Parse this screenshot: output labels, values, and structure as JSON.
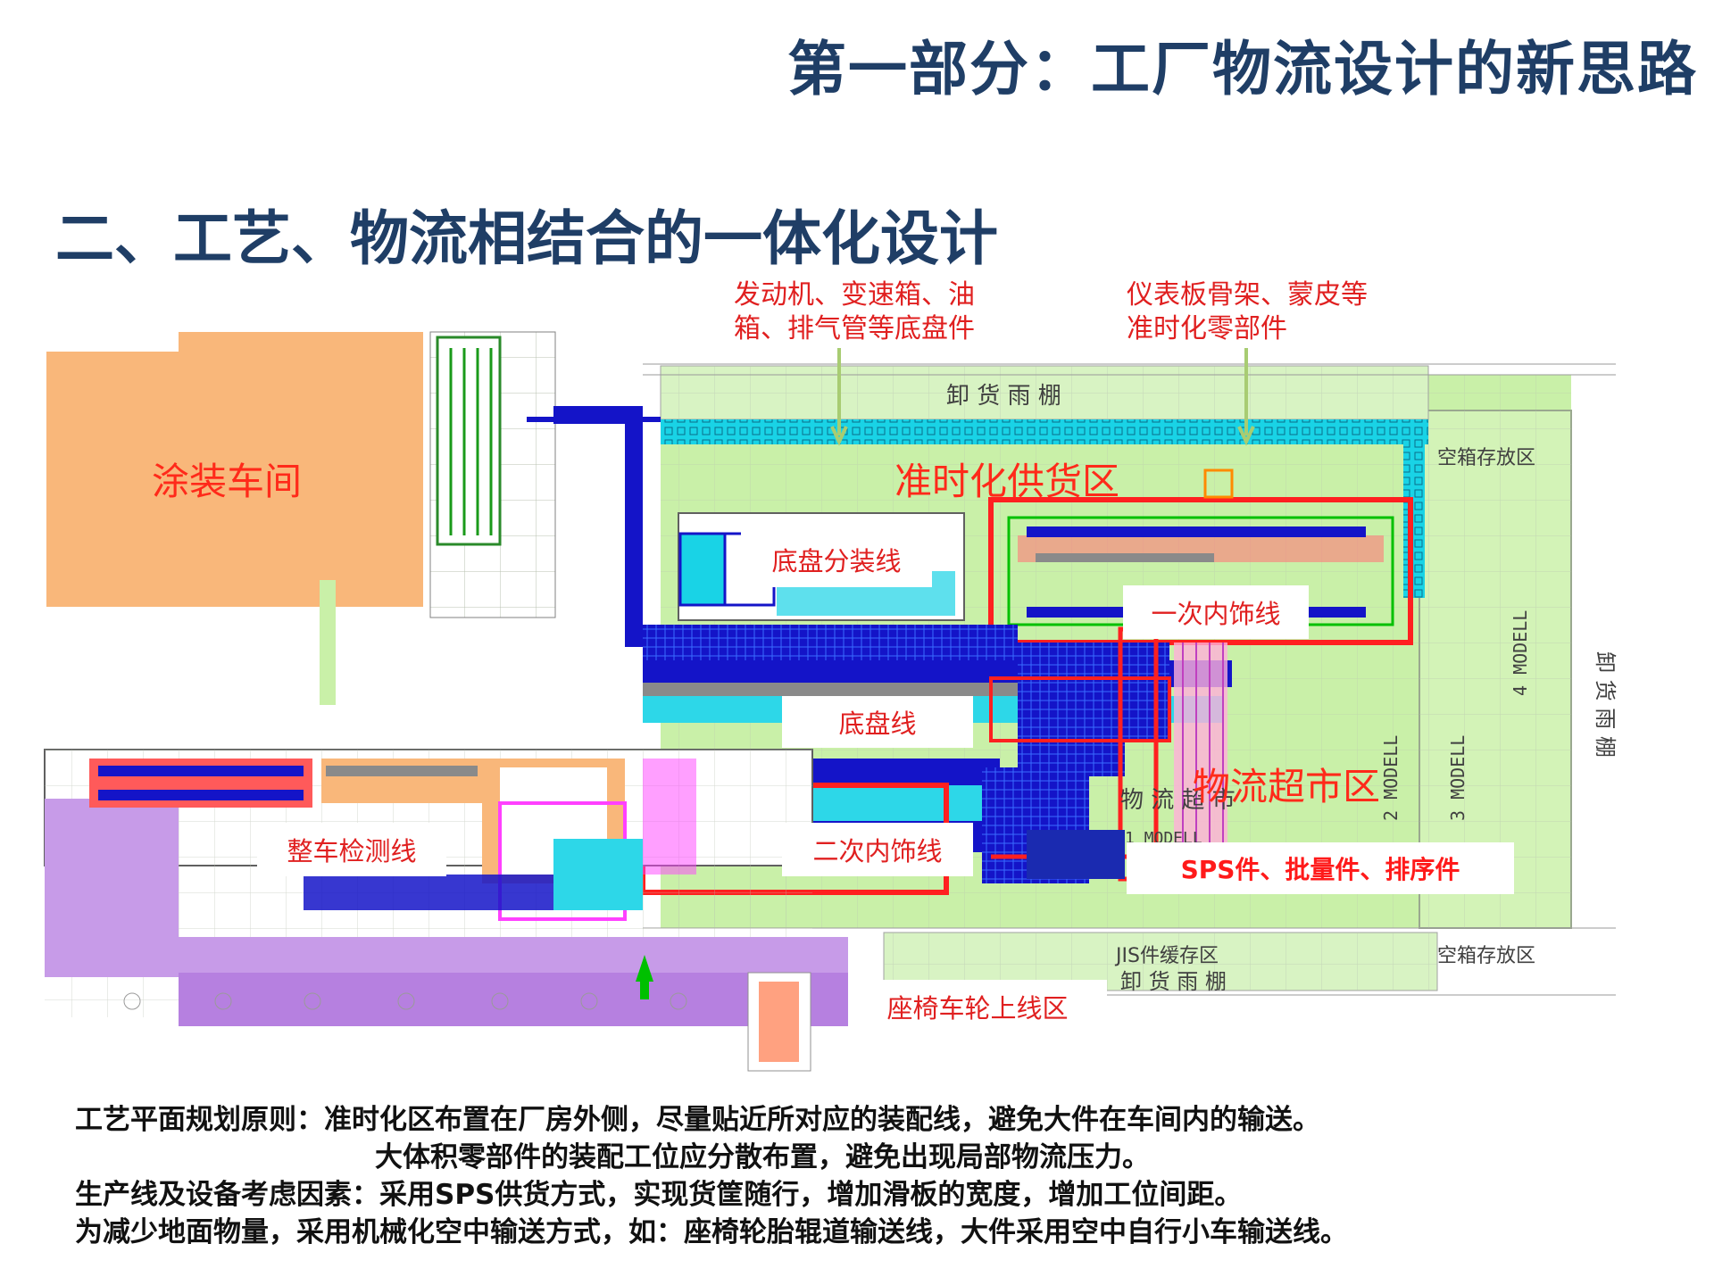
{
  "header": {
    "part_title": "第一部分：工厂物流设计的新思路",
    "section_title": "二、工艺、物流相结合的一体化设计"
  },
  "annotations": {
    "engine_parts": [
      "发动机、变速箱、油",
      "箱、排气管等底盘件"
    ],
    "dashboard_parts": [
      "仪表板骨架、蒙皮等",
      "准时化零部件"
    ]
  },
  "zones": {
    "paint_shop": "涂装车间",
    "jit_supply": "准时化供货区",
    "logistics_supermarket": "物流超市区"
  },
  "line_labels": {
    "chassis_subassembly": "底盘分装线",
    "trim_line_1": "一次内饰线",
    "chassis_line": "底盘线",
    "vehicle_test_line": "整车检测线",
    "trim_line_2": "二次内饰线",
    "sps_parts": "SPS件、批量件、排序件",
    "seat_wheel_area": "座椅车轮上线区"
  },
  "drawing_text": {
    "unload_canopy_top": "卸 货 雨 棚",
    "unload_canopy_bottom": "卸 货 雨 棚",
    "unload_canopy_right": "卸 货 雨 棚",
    "jis_buffer": "JIS件缓存区",
    "empty_box_top": "空箱存放区",
    "empty_box_bottom": "空箱存放区",
    "modell_4": "4 MODELL",
    "modell_3": "3 MODELL",
    "modell_2": "2 MODELL",
    "modell_1": "1 MODELL",
    "logistics_mark": "物 流 超 市"
  },
  "notes": [
    "工艺平面规划原则：准时化区布置在厂房外侧，尽量贴近所对应的装配线，避免大件在车间内的输送。",
    "大体积零部件的装配工位应分散布置，避免出现局部物流压力。",
    "生产线及设备考虑因素：采用SPS供货方式，实现货筐随行，增加滑板的宽度，增加工位间距。",
    "为减少地面物量，采用机械化空中输送方式，如：座椅轮胎辊道输送线，大件采用空中自行小车输送线。"
  ],
  "colors": {
    "title_blue": "#1f3e66",
    "annotation_red": "#e02020",
    "paint_shop_orange": "#f9b77a",
    "jit_green": "#c9f0a8",
    "test_purple": "#c79be8",
    "conveyor_cyan": "#19d3e6",
    "line_blue": "#1414c8"
  }
}
